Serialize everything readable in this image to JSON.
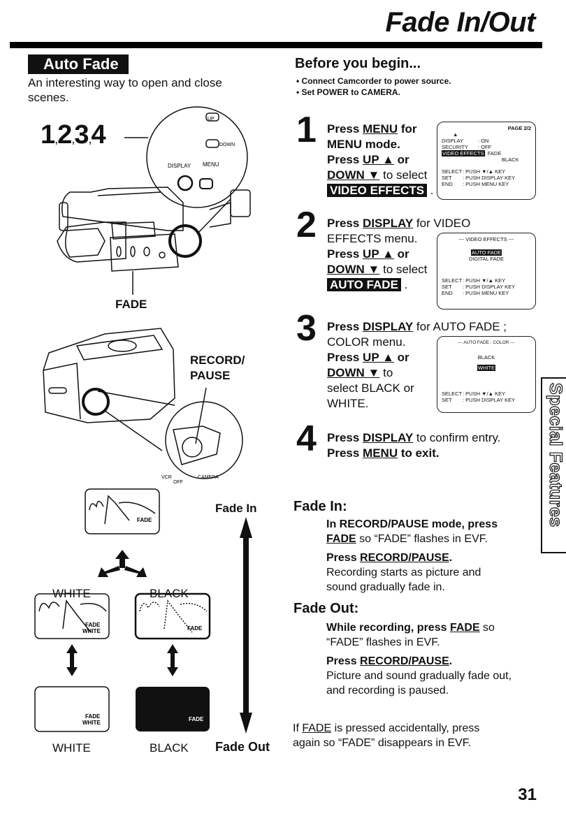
{
  "header": {
    "title": "Fade In/Out"
  },
  "left": {
    "badge": "Auto Fade",
    "intro": "An interesting way to open and close scenes.",
    "steps_label": [
      "1",
      "2",
      "3",
      "4"
    ],
    "button_labels": {
      "up": "UP",
      "down": "DOWN",
      "display": "DISPLAY",
      "menu": "MENU"
    },
    "fade_label": "FADE",
    "record_pause_label": [
      "RECORD/",
      "PAUSE"
    ],
    "switch_labels": {
      "vcr": "VCR",
      "off": "OFF",
      "camera": "CAMERA"
    },
    "diagram": {
      "top_screen_text": "FADE",
      "white_label": "WHITE",
      "black_label": "BLACK",
      "white_screen_text": [
        "FADE",
        "WHITE"
      ],
      "black_screen_text": "FADE",
      "white_final_text": [
        "FADE",
        "WHITE"
      ],
      "black_final_text": "FADE",
      "bottom_white_label": "WHITE",
      "bottom_black_label": "BLACK",
      "fade_in": "Fade In",
      "fade_out": "Fade Out"
    }
  },
  "right": {
    "before_title": "Before you begin...",
    "bullets": [
      "Connect Camcorder to power source.",
      "Set POWER to CAMERA."
    ],
    "steps": [
      {
        "num": "1",
        "lines": {
          "a1": "Press ",
          "a2": "MENU",
          "a3": " for",
          "b": "MENU mode.",
          "c1": "Press ",
          "c2": "UP ▲",
          "c3": " or",
          "d1": "DOWN ▼",
          "d2": " to select",
          "e": "VIDEO EFFECTS"
        },
        "screen": {
          "page": "PAGE 2/2",
          "rows": [
            {
              "k": "DISPLAY",
              "v": ": ON"
            },
            {
              "k": "SECURITY",
              "v": ": OFF"
            },
            {
              "k": "VIDEO EFFECTS",
              "v": ": FADE"
            },
            {
              "k": "",
              "v": "BLACK"
            }
          ],
          "footer": [
            {
              "k": "SELECT",
              "v": ": PUSH ▼/▲ KEY"
            },
            {
              "k": "SET",
              "v": ": PUSH DISPLAY KEY"
            },
            {
              "k": "END",
              "v": ": PUSH MENU KEY"
            }
          ]
        }
      },
      {
        "num": "2",
        "lines": {
          "a1": "Press ",
          "a2": "DISPLAY",
          "a3": " for VIDEO",
          "b": "EFFECTS menu.",
          "c1": "Press ",
          "c2": "UP ▲",
          "c3": " or",
          "d1": "DOWN ▼",
          "d2": " to select",
          "e": "AUTO FADE"
        },
        "screen": {
          "title": "--- VIDEO EFFECTS ---",
          "options": [
            "AUTO FADE",
            "DIGITAL FADE"
          ],
          "footer": [
            {
              "k": "SELECT",
              "v": ": PUSH ▼/▲ KEY"
            },
            {
              "k": "SET",
              "v": ": PUSH DISPLAY KEY"
            },
            {
              "k": "END",
              "v": ": PUSH MENU KEY"
            }
          ]
        }
      },
      {
        "num": "3",
        "lines": {
          "a1": "Press ",
          "a2": "DISPLAY",
          "a3": " for AUTO FADE ;",
          "b": "COLOR menu.",
          "c1": "Press ",
          "c2": "UP ▲",
          "c3": " or",
          "d1": "DOWN ▼",
          "d2": " to",
          "e": "select BLACK or",
          "f": "WHITE."
        },
        "screen": {
          "title": "--- AUTO FADE ; COLOR ---",
          "options": [
            "BLACK",
            "WHITE"
          ],
          "footer": [
            {
              "k": "SELECT",
              "v": ": PUSH ▼/▲ KEY"
            },
            {
              "k": "SET",
              "v": ": PUSH DISPLAY KEY"
            }
          ]
        }
      },
      {
        "num": "4",
        "lines": {
          "a1": "Press ",
          "a2": "DISPLAY",
          "a3": " to confirm entry.",
          "b1": "Press ",
          "b2": "MENU",
          "b3": " to exit."
        }
      }
    ],
    "fade_in": {
      "title": "Fade In:",
      "p1a": "In RECORD/PAUSE mode, press",
      "p1b": "FADE",
      "p1c": " so “FADE” flashes in EVF.",
      "p2a": "Press ",
      "p2b": "RECORD/PAUSE",
      "p2c": ".",
      "p3": "Recording starts as picture and",
      "p4": "sound gradually fade in."
    },
    "fade_out": {
      "title": "Fade Out:",
      "p1a": "While recording, press ",
      "p1b": "FADE",
      "p1c": " so",
      "p1d": "“FADE” flashes in EVF.",
      "p2a": "Press ",
      "p2b": "RECORD/PAUSE",
      "p2c": ".",
      "p3": "Picture and sound gradually fade out,",
      "p4": "and recording is paused."
    },
    "note": {
      "a1": "If ",
      "a2": "FADE",
      "a3": " is pressed accidentally, press",
      "b": "again so “FADE” disappears in EVF."
    }
  },
  "side_tab": "Special Features",
  "page_number": "31"
}
